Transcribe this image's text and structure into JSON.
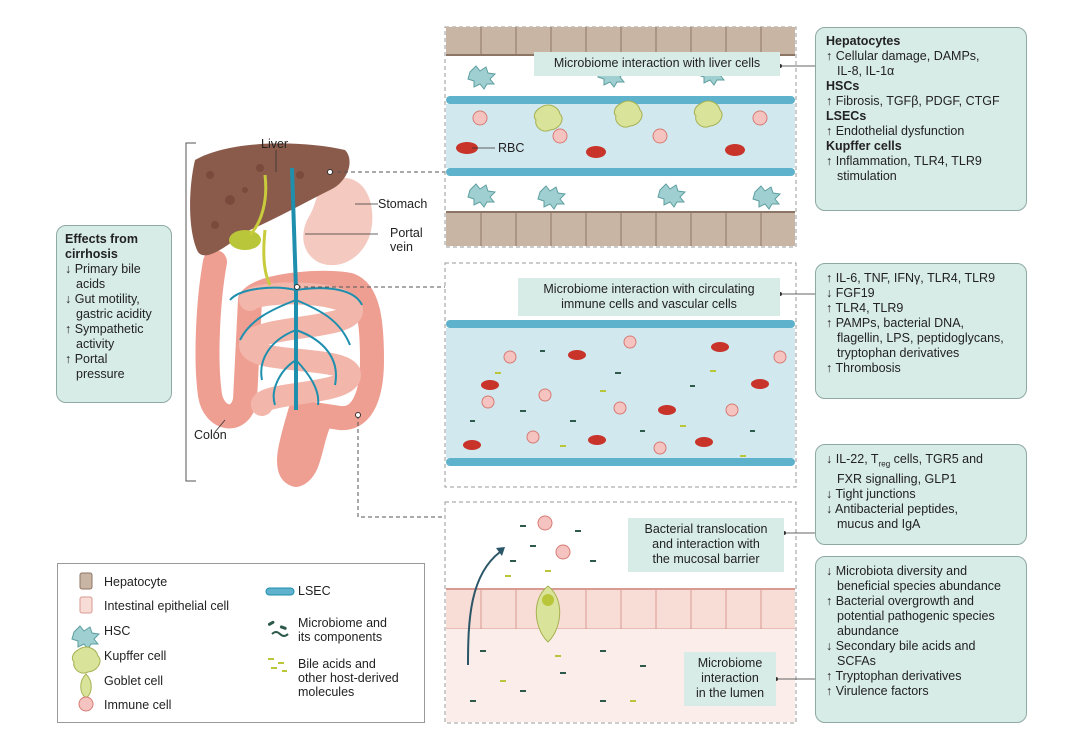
{
  "anatomy": {
    "liver": "Liver",
    "stomach": "Stomach",
    "portal_vein": [
      "Portal",
      "vein"
    ],
    "colon": "Colon"
  },
  "effects_box": {
    "title": [
      "Effects from",
      "cirrhosis"
    ],
    "items": [
      [
        "↓ Primary bile",
        "acids"
      ],
      [
        "↓ Gut motility,",
        "gastric acidity"
      ],
      [
        "↑ Sympathetic",
        "activity"
      ],
      [
        "↑ Portal",
        "pressure"
      ]
    ]
  },
  "liver_panel": {
    "callout": "Microbiome interaction with liver cells",
    "rbc_label": "RBC"
  },
  "liver_box": {
    "sections": [
      {
        "title": "Hepatocytes",
        "lines": [
          "↑ Cellular damage, DAMPs,",
          "IL-8, IL-1α"
        ]
      },
      {
        "title": "HSCs",
        "lines": [
          "↑ Fibrosis, TGFβ, PDGF, CTGF"
        ]
      },
      {
        "title": "LSECs",
        "lines": [
          "↑ Endothelial dysfunction"
        ]
      },
      {
        "title": "Kupffer cells",
        "lines": [
          "↑ Inflammation, TLR4, TLR9",
          "stimulation"
        ]
      }
    ]
  },
  "circulation_panel": {
    "callout": [
      "Microbiome interaction with circulating",
      "immune cells and vascular cells"
    ]
  },
  "circulation_box": {
    "lines": [
      "↑ IL-6, TNF, IFNγ, TLR4, TLR9",
      "↓ FGF19",
      "↑ TLR4, TLR9",
      "↑ PAMPs, bacterial DNA,",
      "flagellin, LPS, peptidoglycans,",
      "tryptophan derivatives",
      "↑ Thrombosis"
    ]
  },
  "barrier_box": {
    "line1_prefix": "↓ IL-22, T",
    "line1_sub": "reg",
    "line1_suffix": " cells, TGR5 and",
    "lines": [
      "FXR signalling, GLP1",
      "↓ Tight junctions",
      "↓ Antibacterial peptides,",
      "mucus and IgA"
    ]
  },
  "translocation_callout": [
    "Bacterial translocation",
    "and interaction with",
    "the mucosal barrier"
  ],
  "lumen_callout": [
    "Microbiome",
    "interaction",
    "in the lumen"
  ],
  "lumen_box": {
    "lines": [
      "↓ Microbiota diversity and",
      "beneficial species abundance",
      "↑ Bacterial overgrowth and",
      "potential pathogenic species",
      "abundance",
      "↓ Secondary bile acids and",
      "SCFAs",
      "↑ Tryptophan derivatives",
      "↑ Virulence factors"
    ]
  },
  "legend": {
    "hepatocyte": "Hepatocyte",
    "epithelial": "Intestinal epithelial cell",
    "hsc": "HSC",
    "kupffer": "Kupffer cell",
    "goblet": "Goblet cell",
    "immune": "Immune cell",
    "lsec": "LSEC",
    "microbiome": [
      "Microbiome and",
      "its components"
    ],
    "bile": [
      "Bile acids and",
      "other host-derived",
      "molecules"
    ]
  },
  "colors": {
    "box_fill": "#d8ece7",
    "liver": "#8a5a4a",
    "vessel": "#1f8fae",
    "intestine": "#ef9e92",
    "rbc": "#c8332a",
    "lumen": "#cfe5ee",
    "hepatocyte": "#c9b5a3"
  }
}
